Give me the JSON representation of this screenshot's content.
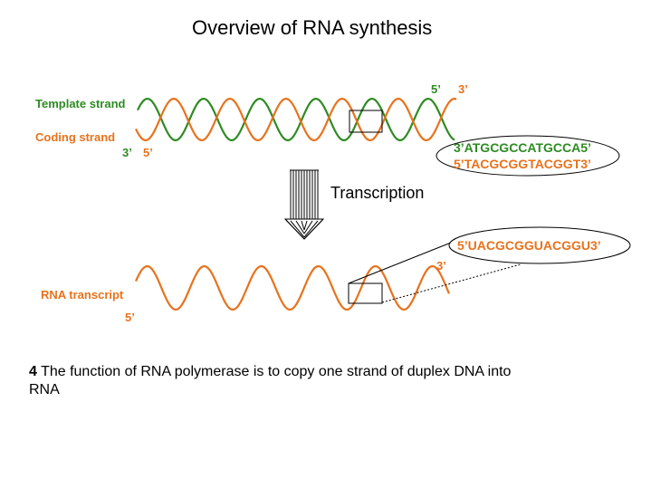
{
  "title": "Overview of RNA synthesis",
  "dna": {
    "template_label": "Template strand",
    "coding_label": "Coding strand",
    "left_end_template": "3’",
    "left_end_coding": "5’",
    "right_end_template": "5’",
    "right_end_coding": "3’",
    "template_sequence": "3’ATGCGCCATGCCA5’",
    "coding_sequence": "5’TACGCGGTACGGT3’"
  },
  "process_label": "Transcription",
  "rna": {
    "label": "RNA transcript",
    "left_end": "5’",
    "right_end": "3’",
    "sequence": "5’UACGCGGUACGGU3’"
  },
  "caption": {
    "bullet": "4",
    "text": "The function of RNA polymerase is to copy one strand of duplex DNA into RNA"
  },
  "colors": {
    "template": "#2e8b22",
    "coding": "#e8721c",
    "rna": "#e8721c"
  }
}
